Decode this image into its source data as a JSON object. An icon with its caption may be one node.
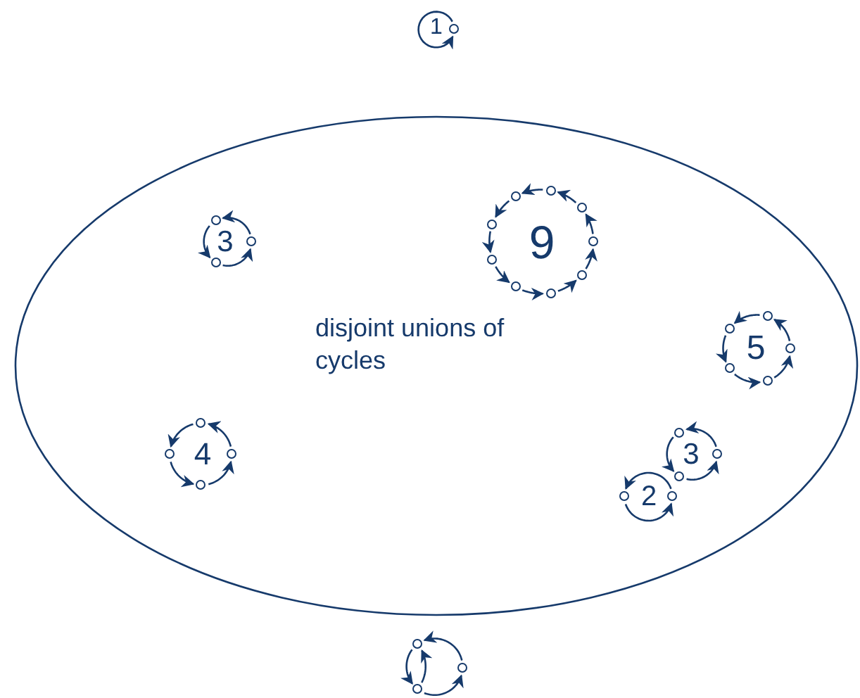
{
  "diagram": {
    "nodes": [
      {
        "text": [],
        "shape": "circle"
      },
      {
        "text": [
          "disjoint unions of cycles"
        ]
      },
      {
        "text": [],
        "shape": "circle",
        "in": 1
      },
      {
        "text": [],
        "shape": "circle",
        "in": 1
      },
      {
        "text": [],
        "shape": "circle",
        "in": 1
      },
      {
        "text": [],
        "shape": "circle",
        "in": 1
      },
      {
        "text": [],
        "shape": "circle",
        "in": 1
      },
      {
        "text": [],
        "shape": "circle",
        "in": 1
      },
      {
        "text": [],
        "shape": "circle",
        "in": 1
      },
      {
        "text": [],
        "shape": "circle",
        "in": 1
      },
      {
        "text": [],
        "shape": "circle",
        "in": 1
      },
      {
        "text": [],
        "shape": "circle",
        "in": 1
      },
      {
        "text": [],
        "shape": "circle",
        "in": 1
      },
      {
        "text": [],
        "shape": "circle",
        "in": 1
      },
      {
        "text": [],
        "shape": "circle",
        "in": 1
      },
      {
        "text": [],
        "shape": "circle",
        "in": 1
      },
      {
        "text": [],
        "shape": "circle",
        "in": 1
      },
      {
        "text": [],
        "shape": "circle",
        "in": 1
      },
      {
        "text": [],
        "shape": "circle",
        "in": 1
      },
      {
        "text": [],
        "shape": "circle",
        "in": 1
      },
      {
        "text": [],
        "shape": "circle",
        "in": 1
      },
      {
        "text": [],
        "shape": "circle",
        "in": 1
      },
      {
        "text": [],
        "shape": "circle",
        "in": 1
      },
      {
        "text": [],
        "shape": "circle",
        "in": 1
      },
      {
        "text": [],
        "shape": "circle",
        "in": 1
      },
      {
        "text": [],
        "shape": "circle",
        "in": 1
      },
      {
        "text": [],
        "shape": "circle",
        "in": 1
      },
      {
        "text": [],
        "shape": "circle",
        "in": 1
      },
      {
        "text": [],
        "shape": "circle"
      },
      {
        "text": [],
        "shape": "circle"
      },
      {
        "text": [],
        "shape": "circle"
      }
    ],
    "edges": [
      {
        "from": 0,
        "to": 0,
        "arrow": "to"
      },
      {
        "from": 2,
        "to": 3,
        "arrow": "to"
      },
      {
        "from": 3,
        "to": 4,
        "arrow": "to"
      },
      {
        "from": 4,
        "to": 2,
        "arrow": "to"
      },
      {
        "from": 5,
        "to": 6,
        "arrow": "to"
      },
      {
        "from": 6,
        "to": 7,
        "arrow": "to"
      },
      {
        "from": 7,
        "to": 8,
        "arrow": "to"
      },
      {
        "from": 8,
        "to": 9,
        "arrow": "to"
      },
      {
        "from": 9,
        "to": 10,
        "arrow": "to"
      },
      {
        "from": 10,
        "to": 11,
        "arrow": "to"
      },
      {
        "from": 11,
        "to": 12,
        "arrow": "to"
      },
      {
        "from": 12,
        "to": 13,
        "arrow": "to"
      },
      {
        "from": 13,
        "to": 5,
        "arrow": "to"
      },
      {
        "from": 14,
        "to": 15,
        "arrow": "to"
      },
      {
        "from": 15,
        "to": 16,
        "arrow": "to"
      },
      {
        "from": 16,
        "to": 17,
        "arrow": "to"
      },
      {
        "from": 17,
        "to": 18,
        "arrow": "to"
      },
      {
        "from": 18,
        "to": 14,
        "arrow": "to"
      },
      {
        "from": 19,
        "to": 20,
        "arrow": "to"
      },
      {
        "from": 20,
        "to": 21,
        "arrow": "to"
      },
      {
        "from": 21,
        "to": 22,
        "arrow": "to"
      },
      {
        "from": 22,
        "to": 19,
        "arrow": "to"
      },
      {
        "from": 23,
        "to": 24,
        "arrow": "to"
      },
      {
        "from": 24,
        "to": 25,
        "arrow": "to"
      },
      {
        "from": 25,
        "to": 23,
        "arrow": "to"
      },
      {
        "from": 26,
        "to": 27,
        "arrow": "to"
      },
      {
        "from": 27,
        "to": 26,
        "arrow": "to"
      },
      {
        "from": 29,
        "to": 28,
        "arrow": "to"
      },
      {
        "from": 28,
        "to": 30,
        "arrow": "to"
      },
      {
        "from": 30,
        "to": 29,
        "arrow": "to"
      },
      {
        "from": 30,
        "to": 28,
        "arrow": "to"
      }
    ],
    "labels": [
      "1",
      "3",
      "9",
      "5",
      "4",
      "3",
      "2"
    ]
  }
}
